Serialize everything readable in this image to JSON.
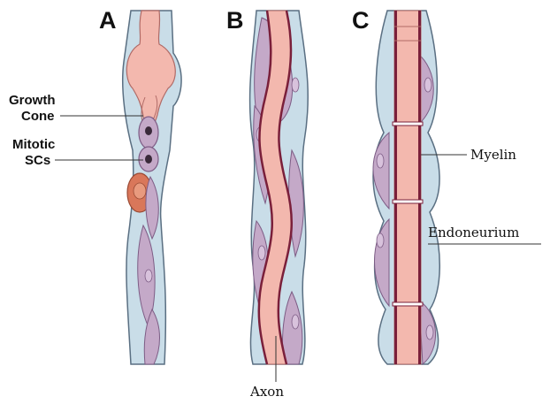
{
  "panels": {
    "a": {
      "letter": "A"
    },
    "b": {
      "letter": "B"
    },
    "c": {
      "letter": "C"
    }
  },
  "labels": {
    "growth_cone_line1": "Growth",
    "growth_cone_line2": "Cone",
    "mitotic_line1": "Mitotic",
    "mitotic_line2": "SCs",
    "axon": "Axon",
    "myelin": "Myelin",
    "endoneurium": "Endoneurium"
  },
  "colors": {
    "endoneurium_tube": "#c9dde8",
    "endoneurium_outline": "#5a6f82",
    "schwann_cell": "#c4a9c8",
    "schwann_outline": "#7d5c85",
    "axon": "#f3b8ae",
    "myelin": "#7a1f3a",
    "mitotic_nucleus_dark": "#3a2a3a",
    "proliferating_cell": "#d9775a"
  }
}
